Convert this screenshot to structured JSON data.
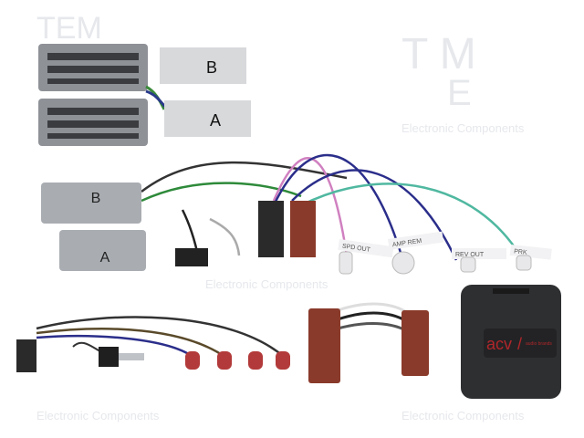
{
  "watermark": {
    "logo": "TEM",
    "text": "Electronic Components"
  },
  "connectors": {
    "top_b": "B",
    "top_a": "A",
    "mid_b": "B",
    "mid_a": "A"
  },
  "wire_tags": [
    "SPD OUT",
    "AMP REM",
    "REV OUT",
    "PRK"
  ],
  "module": {
    "brand": "acv",
    "sub": "audio brands"
  },
  "colors": {
    "connector_grey": "#9a9ea3",
    "iso_brown": "#8a3a2a",
    "module_black": "#2e2f31",
    "brand_red": "#b0262a"
  }
}
